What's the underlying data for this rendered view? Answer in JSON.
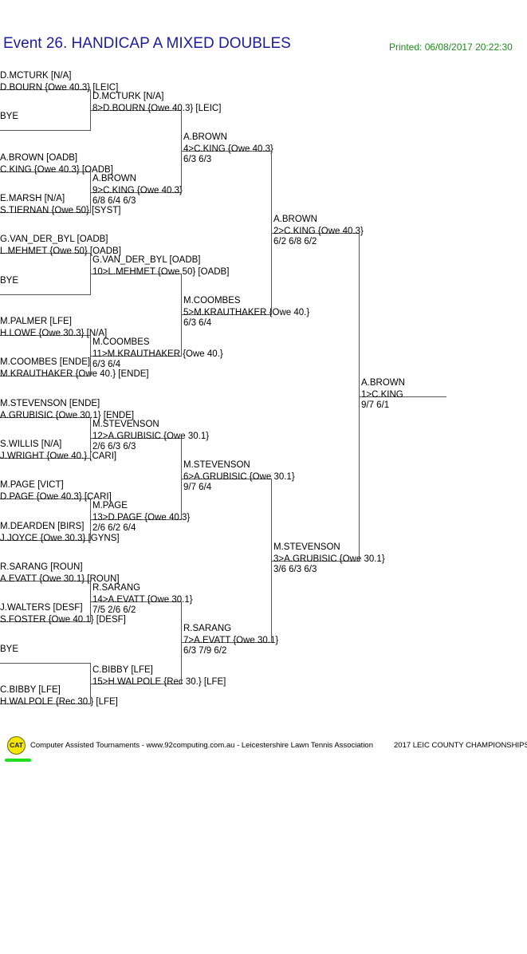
{
  "header": {
    "title": "Event 26. HANDICAP A MIXED DOUBLES",
    "printed": "Printed: 06/08/2017 20:22:30"
  },
  "round1": [
    {
      "p1": "D.MCTURK [N/A]",
      "p2": "D.BOURN {Owe 40.3} [LEIC]"
    },
    {
      "p1": "BYE",
      "p2": ""
    },
    {
      "p1": "A.BROWN [OADB]",
      "p2": "C.KING {Owe 40.3} [OADB]"
    },
    {
      "p1": "E.MARSH [N/A]",
      "p2": "S.TIERNAN {Owe 50} [SYST]"
    },
    {
      "p1": "G.VAN_DER_BYL [OADB]",
      "p2": "L.MEHMET {Owe 50} [OADB]"
    },
    {
      "p1": "BYE",
      "p2": ""
    },
    {
      "p1": "M.PALMER [LFE]",
      "p2": "H.LOWE {Owe 30.3} [N/A]"
    },
    {
      "p1": "M.COOMBES [ENDE]",
      "p2": "M.KRAUTHAKER {Owe 40.} [ENDE]"
    },
    {
      "p1": "M.STEVENSON [ENDE]",
      "p2": "A.GRUBISIC {Owe 30.1} [ENDE]"
    },
    {
      "p1": "S.WILLIS [N/A]",
      "p2": "J.WRIGHT {Owe 40.} [CARI]"
    },
    {
      "p1": "M.PAGE [VICT]",
      "p2": "D.PAGE {Owe 40.3} [CARI]"
    },
    {
      "p1": "M.DEARDEN [BIRS]",
      "p2": "J.JOYCE {Owe 30.3} [GYNS]"
    },
    {
      "p1": "R.SARANG [ROUN]",
      "p2": "A.EVATT {Owe 30.1} [ROUN]"
    },
    {
      "p1": "J.WALTERS [DESF]",
      "p2": "S.FOSTER {Owe 40.1} [DESF]"
    },
    {
      "p1": "BYE",
      "p2": ""
    },
    {
      "p1": "C.BIBBY [LFE]",
      "p2": "H.WALPOLE {Rec 30.} [LFE]"
    }
  ],
  "round2": [
    {
      "p1": "D.MCTURK [N/A]",
      "p2": "8>D.BOURN {Owe 40.3} [LEIC]",
      "score": ""
    },
    {
      "p1": "A.BROWN",
      "p2": "9>C.KING {Owe 40.3}",
      "score": "6/8 6/4 6/3"
    },
    {
      "p1": "G.VAN_DER_BYL [OADB]",
      "p2": "10>L.MEHMET {Owe 50} [OADB]",
      "score": ""
    },
    {
      "p1": "M.COOMBES",
      "p2": "11>M.KRAUTHAKER {Owe 40.}",
      "score": "6/3 6/4"
    },
    {
      "p1": "M.STEVENSON",
      "p2": "12>A.GRUBISIC {Owe 30.1}",
      "score": "2/6 6/3 6/3"
    },
    {
      "p1": "M.PAGE",
      "p2": "13>D.PAGE {Owe 40.3}",
      "score": "2/6 6/2 6/4"
    },
    {
      "p1": "R.SARANG",
      "p2": "14>A.EVATT {Owe 30.1}",
      "score": "7/5 2/6 6/2"
    },
    {
      "p1": "C.BIBBY [LFE]",
      "p2": "15>H.WALPOLE {Rec 30.} [LFE]",
      "score": ""
    }
  ],
  "round3": [
    {
      "p1": "A.BROWN",
      "p2": "4>C.KING {Owe 40.3}",
      "score": "6/3 6/3"
    },
    {
      "p1": "M.COOMBES",
      "p2": "5>M.KRAUTHAKER {Owe 40.}",
      "score": "6/3 6/4"
    },
    {
      "p1": "M.STEVENSON",
      "p2": "6>A.GRUBISIC {Owe 30.1}",
      "score": "9/7 6/4"
    },
    {
      "p1": "R.SARANG",
      "p2": "7>A.EVATT {Owe 30.1}",
      "score": "6/3 7/9 6/2"
    }
  ],
  "round4": [
    {
      "p1": "A.BROWN",
      "p2": "2>C.KING {Owe 40.3}",
      "score": "6/2 6/8 6/2"
    },
    {
      "p1": "M.STEVENSON",
      "p2": "3>A.GRUBISIC {Owe 30.1}",
      "score": "3/6 6/3 6/3"
    }
  ],
  "final": {
    "p1": "A.BROWN",
    "p2": "1>C.KING",
    "score": "9/7 6/1"
  },
  "footer": {
    "logo_text": "CAT",
    "credit": "Computer Assisted Tournaments - www.92computing.com.au -  Leicestershire Lawn Tennis Association",
    "event": "2017 LEIC COUNTY CHAMPIONSHIPS"
  }
}
